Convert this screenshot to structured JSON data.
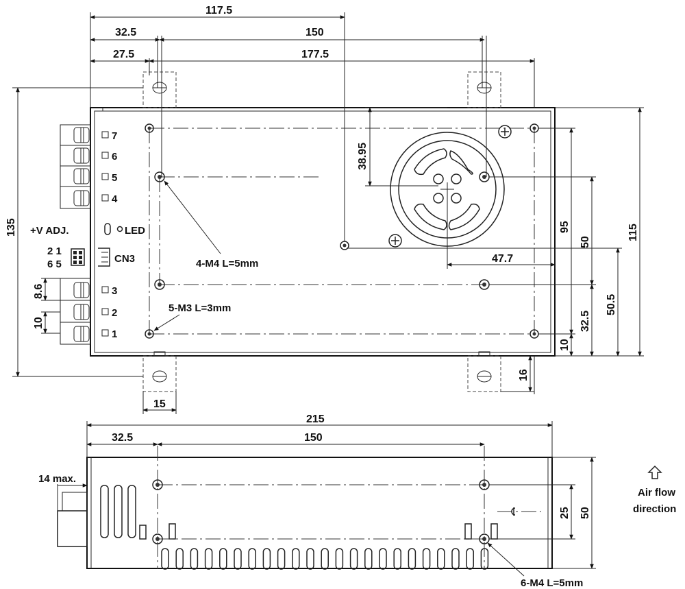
{
  "top_view": {
    "dims": {
      "d117_5": "117.5",
      "d32_5": "32.5",
      "d150": "150",
      "d27_5": "27.5",
      "d177_5": "177.5",
      "d135": "135",
      "d38_95": "38.95",
      "d95": "95",
      "d50": "50",
      "d115": "115",
      "d47_7": "47.7",
      "d50_5": "50.5",
      "d32_5_right": "32.5",
      "d10_right": "10",
      "d16": "16",
      "d15": "15",
      "d8_6": "8.6",
      "d10_left": "10"
    },
    "labels": {
      "vadj": "+V ADJ.",
      "led": "LED",
      "cn3": "CN3",
      "cn3_pins_top": "2 1",
      "cn3_pins_bottom": "6 5",
      "m4_holes": "4-M4 L=5mm",
      "m3_holes": "5-M3 L=3mm"
    },
    "terminals": [
      "7",
      "6",
      "5",
      "4",
      "3",
      "2",
      "1"
    ]
  },
  "side_view": {
    "dims": {
      "d215": "215",
      "d32_5": "32.5",
      "d150": "150",
      "d14max": "14 max.",
      "d25": "25",
      "d50": "50"
    },
    "labels": {
      "m4_holes": "6-M4 L=5mm"
    }
  },
  "airflow": {
    "line1": "Air flow",
    "line2": "direction",
    "icon": "up-arrow-icon"
  }
}
